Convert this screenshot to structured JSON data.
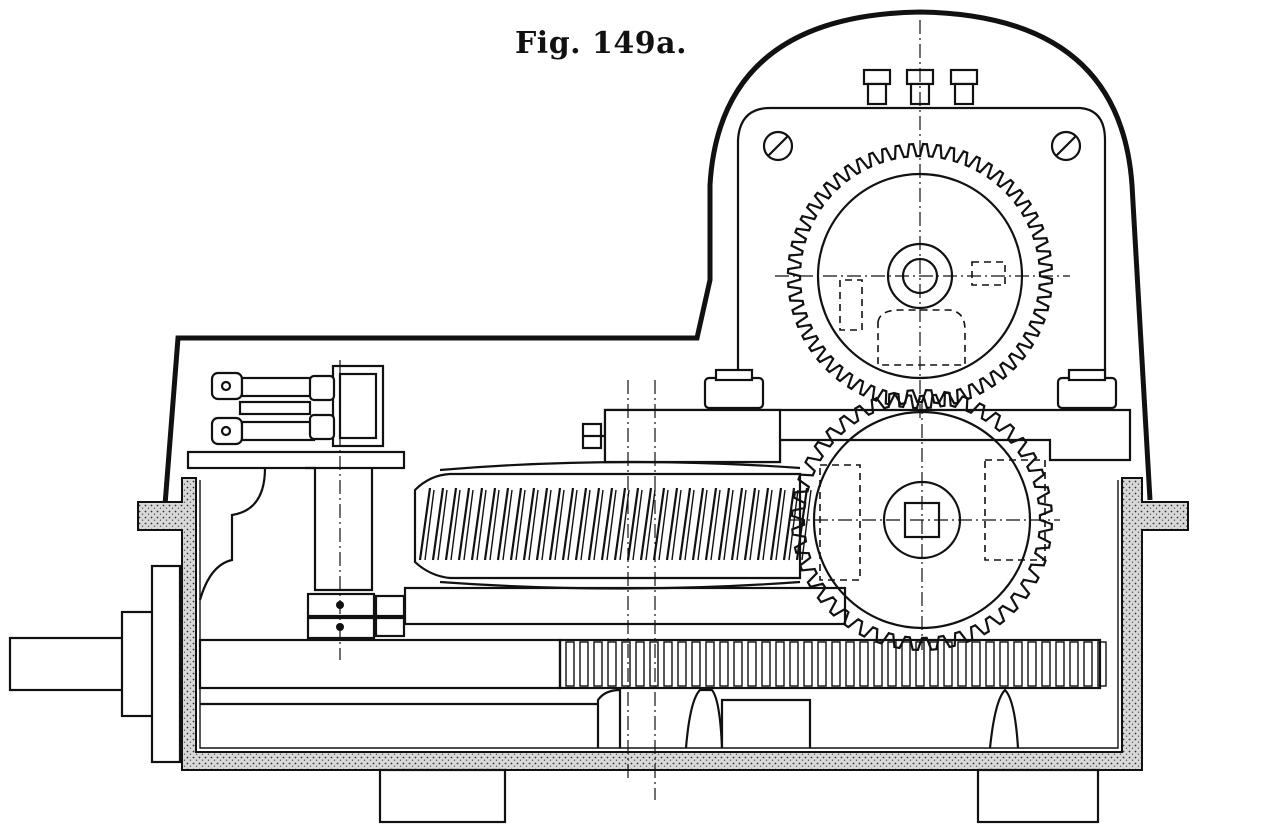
{
  "figure": {
    "caption": "Fig. 149a."
  },
  "parts": {
    "gear_upper_teeth": 60,
    "gear_lower_teeth": 44
  }
}
